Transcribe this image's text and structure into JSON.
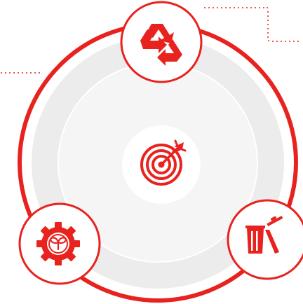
{
  "diagram": {
    "accent_color": "#e8231f",
    "ring_fill_color": "#ececec",
    "inner_ring_color": "#f7f7f7",
    "center": {
      "icon": "target-icon"
    },
    "nodes": [
      {
        "id": "top",
        "icon": "recycle-icon"
      },
      {
        "id": "bottom-left",
        "icon": "eco-gear-icon"
      },
      {
        "id": "bottom-right",
        "icon": "trash-bin-icon"
      }
    ]
  }
}
